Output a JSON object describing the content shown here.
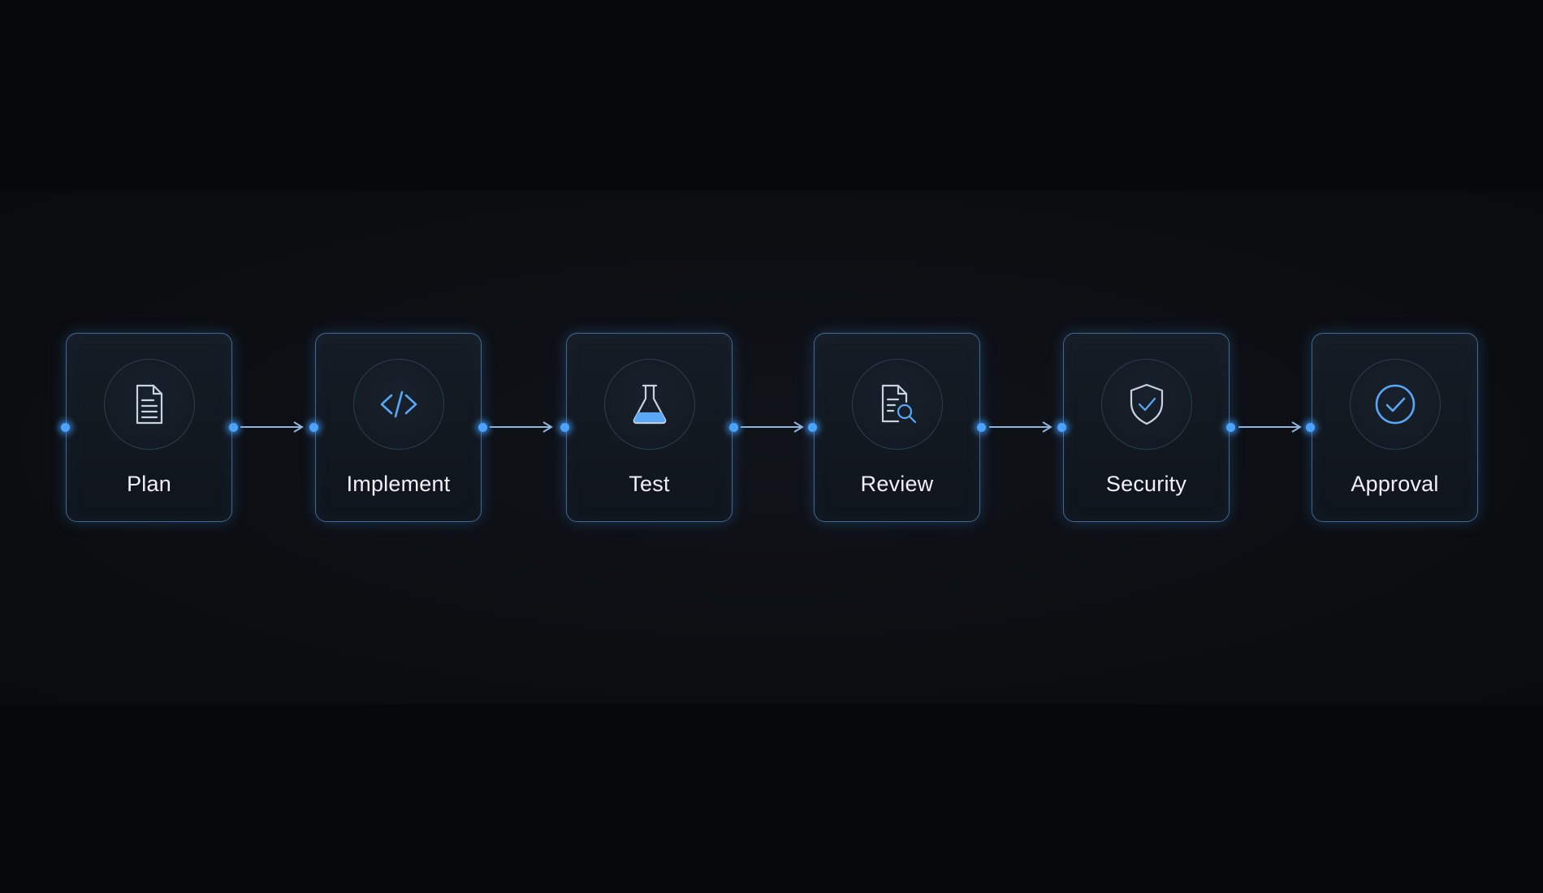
{
  "pipeline": {
    "stages": [
      {
        "label": "Plan",
        "icon": "document-icon"
      },
      {
        "label": "Implement",
        "icon": "code-icon"
      },
      {
        "label": "Test",
        "icon": "flask-icon"
      },
      {
        "label": "Review",
        "icon": "document-search-icon"
      },
      {
        "label": "Security",
        "icon": "shield-check-icon"
      },
      {
        "label": "Approval",
        "icon": "check-circle-icon"
      }
    ],
    "colors": {
      "background": "#07080a",
      "accent": "#4aa3ff",
      "icon": "#5aa8f5",
      "card_border": "#3f6a96",
      "label": "#eef2f7"
    }
  }
}
